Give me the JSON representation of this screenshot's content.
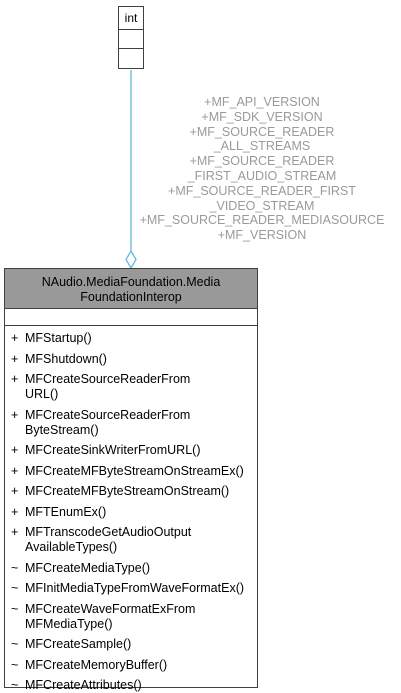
{
  "int_class": {
    "name": "int"
  },
  "edge_labels": [
    "+MF_API_VERSION",
    "+MF_SDK_VERSION",
    "+MF_SOURCE_READER",
    "_ALL_STREAMS",
    "+MF_SOURCE_READER",
    "_FIRST_AUDIO_STREAM",
    "+MF_SOURCE_READER_FIRST",
    "_VIDEO_STREAM",
    "+MF_SOURCE_READER_MEDIASOURCE",
    "+MF_VERSION"
  ],
  "main_class": {
    "title_line1": "NAudio.MediaFoundation.Media",
    "title_line2": "FoundationInterop",
    "methods": [
      {
        "vis": "+",
        "lines": [
          "MFStartup()"
        ]
      },
      {
        "vis": "+",
        "lines": [
          "MFShutdown()"
        ]
      },
      {
        "vis": "+",
        "lines": [
          "MFCreateSourceReaderFrom",
          "URL()"
        ]
      },
      {
        "vis": "+",
        "lines": [
          "MFCreateSourceReaderFrom",
          "ByteStream()"
        ]
      },
      {
        "vis": "+",
        "lines": [
          "MFCreateSinkWriterFromURL()"
        ]
      },
      {
        "vis": "+",
        "lines": [
          "MFCreateMFByteStreamOnStreamEx()"
        ]
      },
      {
        "vis": "+",
        "lines": [
          "MFCreateMFByteStreamOnStream()"
        ]
      },
      {
        "vis": "+",
        "lines": [
          "MFTEnumEx()"
        ]
      },
      {
        "vis": "+",
        "lines": [
          "MFTranscodeGetAudioOutput",
          "AvailableTypes()"
        ]
      },
      {
        "vis": "~",
        "lines": [
          "MFCreateMediaType()"
        ]
      },
      {
        "vis": "~",
        "lines": [
          "MFInitMediaTypeFromWaveFormatEx()"
        ]
      },
      {
        "vis": "~",
        "lines": [
          "MFCreateWaveFormatExFrom",
          "MFMediaType()"
        ]
      },
      {
        "vis": "~",
        "lines": [
          "MFCreateSample()"
        ]
      },
      {
        "vis": "~",
        "lines": [
          "MFCreateMemoryBuffer()"
        ]
      },
      {
        "vis": "~",
        "lines": [
          "MFCreateAttributes()"
        ]
      }
    ]
  },
  "colors": {
    "edge": "#63b8dd",
    "title_bg": "#999999",
    "label": "#9a9a9a",
    "border": "#404040"
  }
}
